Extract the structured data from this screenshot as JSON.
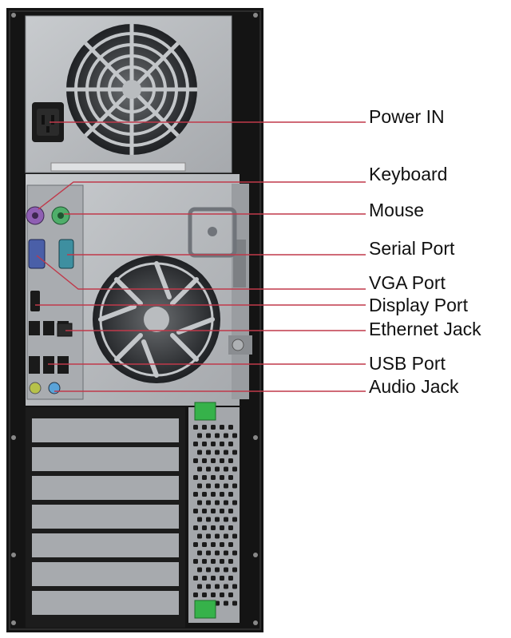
{
  "labels": {
    "power_in": "Power IN",
    "keyboard": "Keyboard",
    "mouse": "Mouse",
    "serial_port": "Serial Port",
    "vga_port": "VGA Port",
    "display_port": "Display Port",
    "ethernet_jack": "Ethernet Jack",
    "usb_port": "USB Port",
    "audio_jack": "Audio Jack"
  },
  "colors": {
    "leader_line": "#c0394a",
    "chassis": "#1a1a1a",
    "panel": "#b9bcbf",
    "ps2_keyboard": "#8f5fb3",
    "ps2_mouse": "#4fae6a",
    "serial": "#3e8fa0",
    "vga": "#4a5fa8",
    "audio_line_in": "#5aa3d8",
    "audio_out": "#b7c24a",
    "green_clip": "#36b24a"
  }
}
